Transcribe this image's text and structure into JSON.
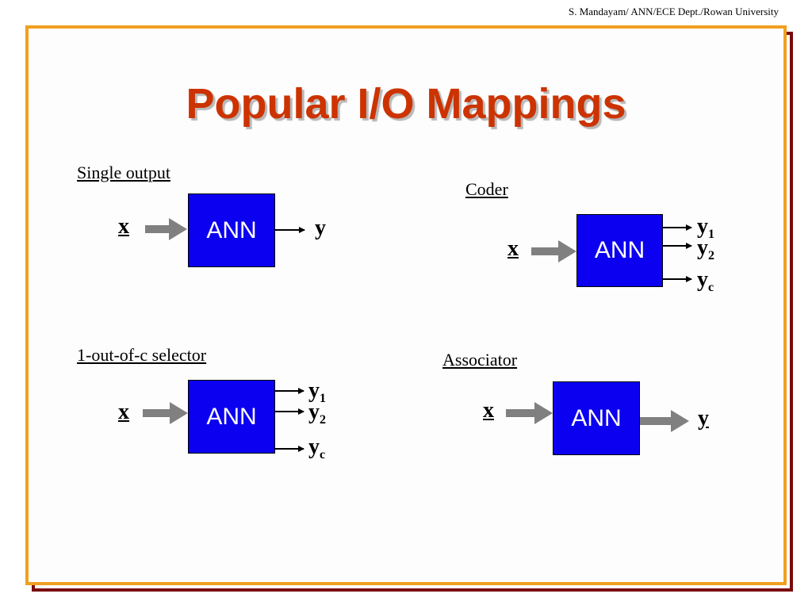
{
  "header": {
    "credit": "S. Mandayam/ ANN/ECE Dept./Rowan University"
  },
  "title": "Popular I/O Mappings",
  "colors": {
    "title": "#cc3300",
    "box": "#0b00f0",
    "frame_outer": "#7a0b0b",
    "frame_inner": "#f0a020",
    "input_arrow": "#808080"
  },
  "panels": {
    "single_output": {
      "label": "Single output",
      "input": "x",
      "box": "ANN",
      "output": "y"
    },
    "coder": {
      "label": "Coder",
      "input": "x",
      "box": "ANN",
      "outputs": [
        {
          "base": "y",
          "sub": "1"
        },
        {
          "base": "y",
          "sub": "2"
        },
        {
          "base": "y",
          "sub": "c"
        }
      ]
    },
    "selector": {
      "label": "1-out-of-c selector",
      "input": "x",
      "box": "ANN",
      "outputs": [
        {
          "base": "y",
          "sub": "1"
        },
        {
          "base": "y",
          "sub": "2"
        },
        {
          "base": "y",
          "sub": "c"
        }
      ]
    },
    "associator": {
      "label": "Associator",
      "input": "x",
      "box": "ANN",
      "output": "y"
    }
  }
}
